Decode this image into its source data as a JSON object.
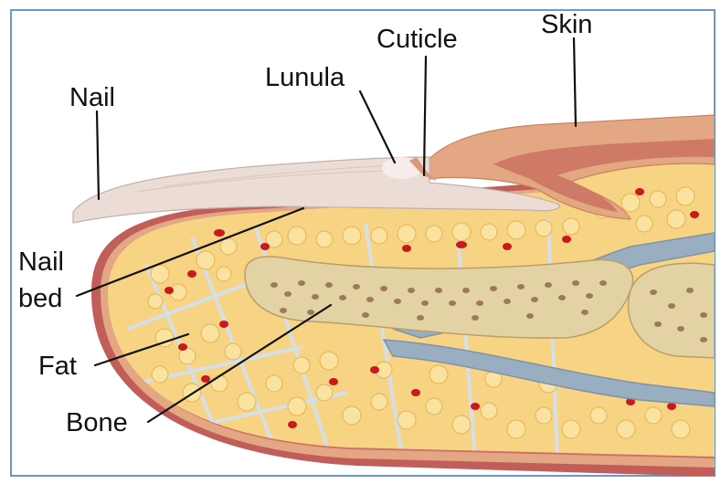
{
  "labels": {
    "nail": "Nail",
    "lunula": "Lunula",
    "cuticle": "Cuticle",
    "skin": "Skin",
    "nail_bed_line1": "Nail",
    "nail_bed_line2": "bed",
    "fat": "Fat",
    "bone": "Bone"
  },
  "colors": {
    "frame": "#6a98c8",
    "dermis": "#c25e5a",
    "skin_outer": "#e3a784",
    "nail_plate": "#ecdcd6",
    "fat": "#f7d483",
    "fat_cell": "#fae3a0",
    "septa": "#d6dfe8",
    "bone": "#e3d2a4",
    "marrow": "#9c7a58",
    "ligament": "#9aaec2",
    "vessel": "#c8191d"
  }
}
